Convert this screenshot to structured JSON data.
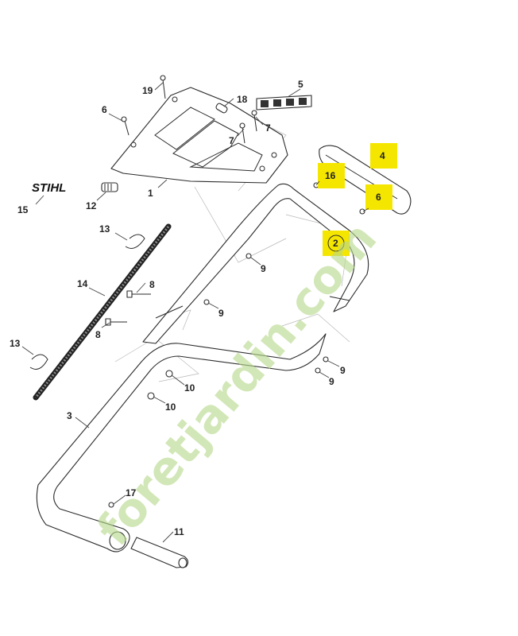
{
  "watermark": {
    "text": "foretjardin.com",
    "color": "#b8d98c"
  },
  "logo": {
    "text": "STIHL"
  },
  "highlight_color": "#f5e600",
  "callouts": [
    {
      "id": "c19",
      "label": "19"
    },
    {
      "id": "c6a",
      "label": "6"
    },
    {
      "id": "c18",
      "label": "18"
    },
    {
      "id": "c5",
      "label": "5"
    },
    {
      "id": "c7a",
      "label": "7"
    },
    {
      "id": "c7b",
      "label": "7"
    },
    {
      "id": "c1",
      "label": "1"
    },
    {
      "id": "c15",
      "label": "15"
    },
    {
      "id": "c12",
      "label": "12"
    },
    {
      "id": "c13a",
      "label": "13"
    },
    {
      "id": "c14",
      "label": "14"
    },
    {
      "id": "c8a",
      "label": "8"
    },
    {
      "id": "c8b",
      "label": "8"
    },
    {
      "id": "c13b",
      "label": "13"
    },
    {
      "id": "c9a",
      "label": "9"
    },
    {
      "id": "c9b",
      "label": "9"
    },
    {
      "id": "c9c",
      "label": "9"
    },
    {
      "id": "c9d",
      "label": "9"
    },
    {
      "id": "c10a",
      "label": "10"
    },
    {
      "id": "c10b",
      "label": "10"
    },
    {
      "id": "c3",
      "label": "3"
    },
    {
      "id": "c17",
      "label": "17"
    },
    {
      "id": "c11",
      "label": "11"
    }
  ],
  "highlighted_callouts": [
    {
      "id": "h4",
      "label": "4"
    },
    {
      "id": "h16",
      "label": "16"
    },
    {
      "id": "h6",
      "label": "6"
    },
    {
      "id": "h2",
      "label": "2"
    }
  ]
}
